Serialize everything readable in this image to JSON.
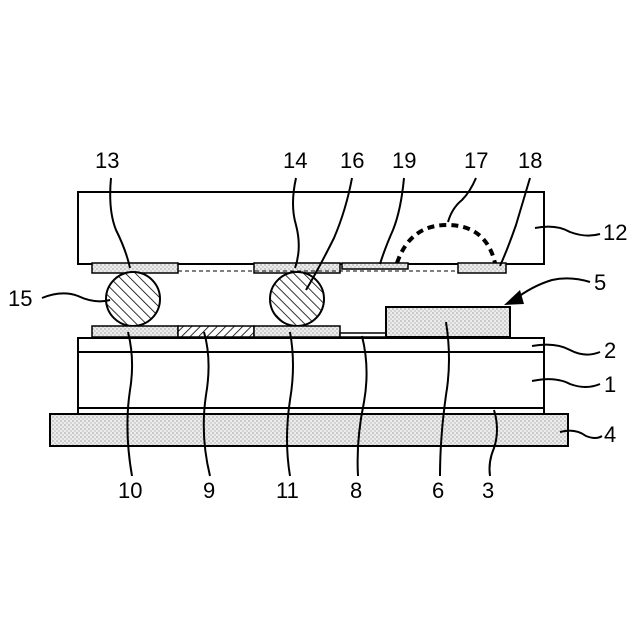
{
  "labels": {
    "l1": "1",
    "l2": "2",
    "l3": "3",
    "l4": "4",
    "l5": "5",
    "l6": "6",
    "l8": "8",
    "l9": "9",
    "l10": "10",
    "l11": "11",
    "l12": "12",
    "l13": "13",
    "l14": "14",
    "l15": "15",
    "l16": "16",
    "l17": "17",
    "l18": "18",
    "l19": "19"
  },
  "colors": {
    "stroke": "#000000",
    "background": "#ffffff",
    "dotted_fill": "#e6e6e6"
  }
}
